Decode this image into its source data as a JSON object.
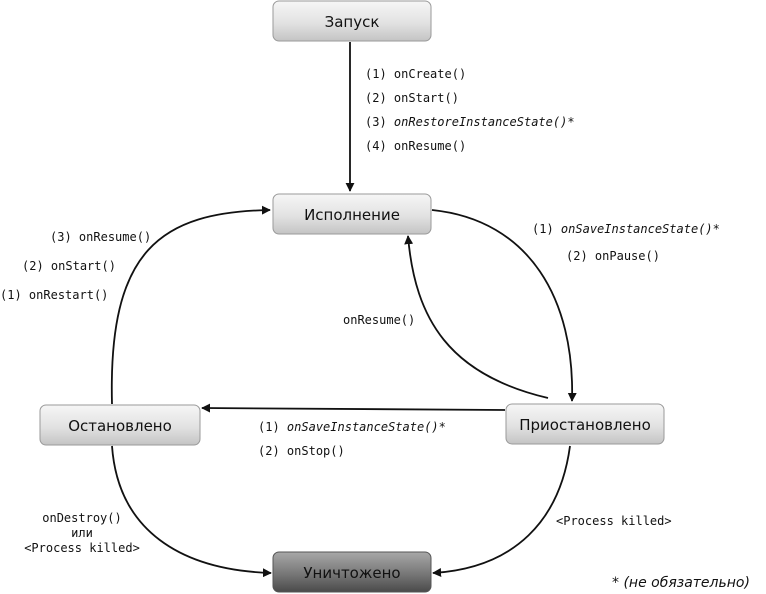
{
  "states": {
    "launch": "Запуск",
    "running": "Исполнение",
    "paused": "Приостановлено",
    "stopped": "Остановлено",
    "destroyed": "Уничтожено"
  },
  "edges": {
    "launch_to_running": {
      "step1_num": "(1)",
      "step1": "onCreate()",
      "step2_num": "(2)",
      "step2": "onStart()",
      "step3_num": "(3)",
      "step3": "onRestoreInstanceState()",
      "step3_star": "*",
      "step4_num": "(4)",
      "step4": "onResume()"
    },
    "running_to_paused": {
      "step1_num": "(1)",
      "step1": "onSaveInstanceState()",
      "step1_star": "*",
      "step2_num": "(2)",
      "step2": "onPause()"
    },
    "paused_to_running": {
      "label": "onResume()"
    },
    "paused_to_stopped": {
      "step1_num": "(1)",
      "step1": "onSaveInstanceState()",
      "step1_star": "*",
      "step2_num": "(2)",
      "step2": "onStop()"
    },
    "stopped_to_running": {
      "step3_num": "(3)",
      "step3": "onResume()",
      "step2_num": "(2)",
      "step2": "onStart()",
      "step1_num": "(1)",
      "step1": "onRestart()"
    },
    "stopped_to_destroyed": {
      "line1": "onDestroy()",
      "line2": "или",
      "line3": "<Process killed>"
    },
    "paused_to_destroyed": {
      "label": "<Process killed>"
    }
  },
  "footnote": {
    "star": "*",
    "text": "(не обязательно)"
  },
  "colors": {
    "node_light_top": "#f4f4f4",
    "node_light_bottom": "#c9c9c9",
    "node_dark_top": "#a0a0a0",
    "node_dark_bottom": "#4f4f4f",
    "edge": "#111111"
  }
}
